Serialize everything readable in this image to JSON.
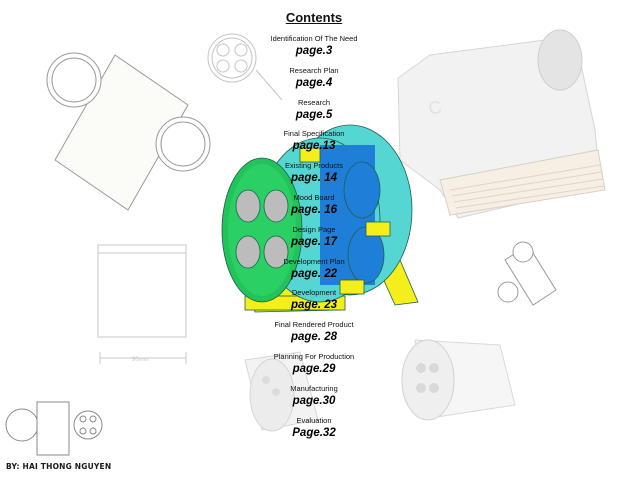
{
  "toc": {
    "title": "Contents",
    "items": [
      {
        "label": "Identification Of The Need",
        "page": "page.3"
      },
      {
        "label": "Research Plan",
        "page": "page.4"
      },
      {
        "label": "Research",
        "page": "page.5"
      },
      {
        "label": "Final Specification",
        "page": "page.13"
      },
      {
        "label": "Existing Products",
        "page": "page. 14"
      },
      {
        "label": "Mood Board",
        "page": "page. 16"
      },
      {
        "label": "Design Page",
        "page": "page. 17"
      },
      {
        "label": "Development Plan",
        "page": "page. 22"
      },
      {
        "label": "Development",
        "page": "page. 23"
      },
      {
        "label": "Final Rendered Product",
        "page": "page. 28"
      },
      {
        "label": "Planning For Production",
        "page": "page.29"
      },
      {
        "label": "Manufacturing",
        "page": "page.30"
      },
      {
        "label": "Evaluation",
        "page": "Page.32"
      }
    ]
  },
  "author": "BY: HAI THONG NGUYEN",
  "colors": {
    "cad_cyan": "#56d6d2",
    "cad_green": "#22c35a",
    "cad_blue": "#1f7fd8",
    "cad_yellow": "#f4ee1a"
  }
}
